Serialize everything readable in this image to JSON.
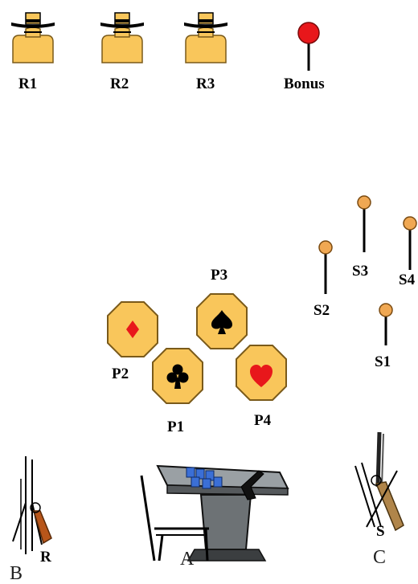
{
  "colors": {
    "target_fill": "#f9c65b",
    "target_stroke": "#7a5a1a",
    "bonus_red": "#e8171b",
    "steel_ball": "#f0a853",
    "suit_red": "#e8171b",
    "suit_black": "#000000"
  },
  "rider_targets": [
    {
      "label": "R1",
      "icon": "rider-target-icon"
    },
    {
      "label": "R2",
      "icon": "rider-target-icon"
    },
    {
      "label": "R3",
      "icon": "rider-target-icon"
    }
  ],
  "bonus": {
    "label": "Bonus",
    "icon": "red-popper-icon"
  },
  "steel_targets": [
    {
      "label": "S1",
      "icon": "popper-target-icon"
    },
    {
      "label": "S2",
      "icon": "popper-target-icon"
    },
    {
      "label": "S3",
      "icon": "popper-target-icon"
    },
    {
      "label": "S4",
      "icon": "popper-target-icon"
    }
  ],
  "card_targets": [
    {
      "label": "P1",
      "suit": "club",
      "icon": "club-octagon-icon"
    },
    {
      "label": "P2",
      "suit": "diamond",
      "icon": "diamond-octagon-icon"
    },
    {
      "label": "P3",
      "suit": "spade",
      "icon": "spade-octagon-icon"
    },
    {
      "label": "P4",
      "suit": "heart",
      "icon": "heart-octagon-icon"
    }
  ],
  "stations": [
    {
      "label": "B",
      "icon": "rifle-station-icon",
      "gun_label": "R"
    },
    {
      "label": "A",
      "icon": "card-table-station-icon"
    },
    {
      "label": "C",
      "icon": "shotgun-station-icon",
      "gun_label": "S"
    }
  ]
}
